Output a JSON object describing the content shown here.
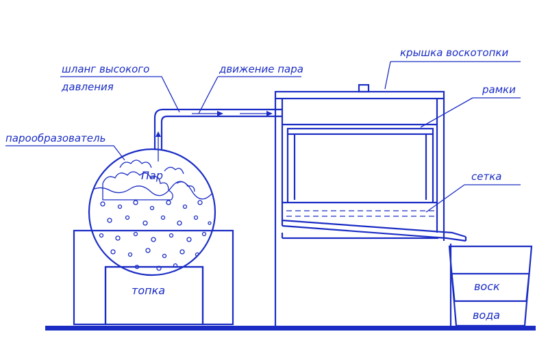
{
  "labels": {
    "generator": "парообразователь",
    "hose_line1": "шланг высокого",
    "hose_line2": "давления",
    "steam_flow": "движение пара",
    "lid": "крышка воскотопки",
    "frames": "рамки",
    "mesh": "сетка",
    "steam": "Пар",
    "firebox": "топка",
    "wax": "воск",
    "water": "вода"
  },
  "colors": {
    "line": "#1a2cc4",
    "ground": "#1a2cc4",
    "background": "#ffffff"
  }
}
